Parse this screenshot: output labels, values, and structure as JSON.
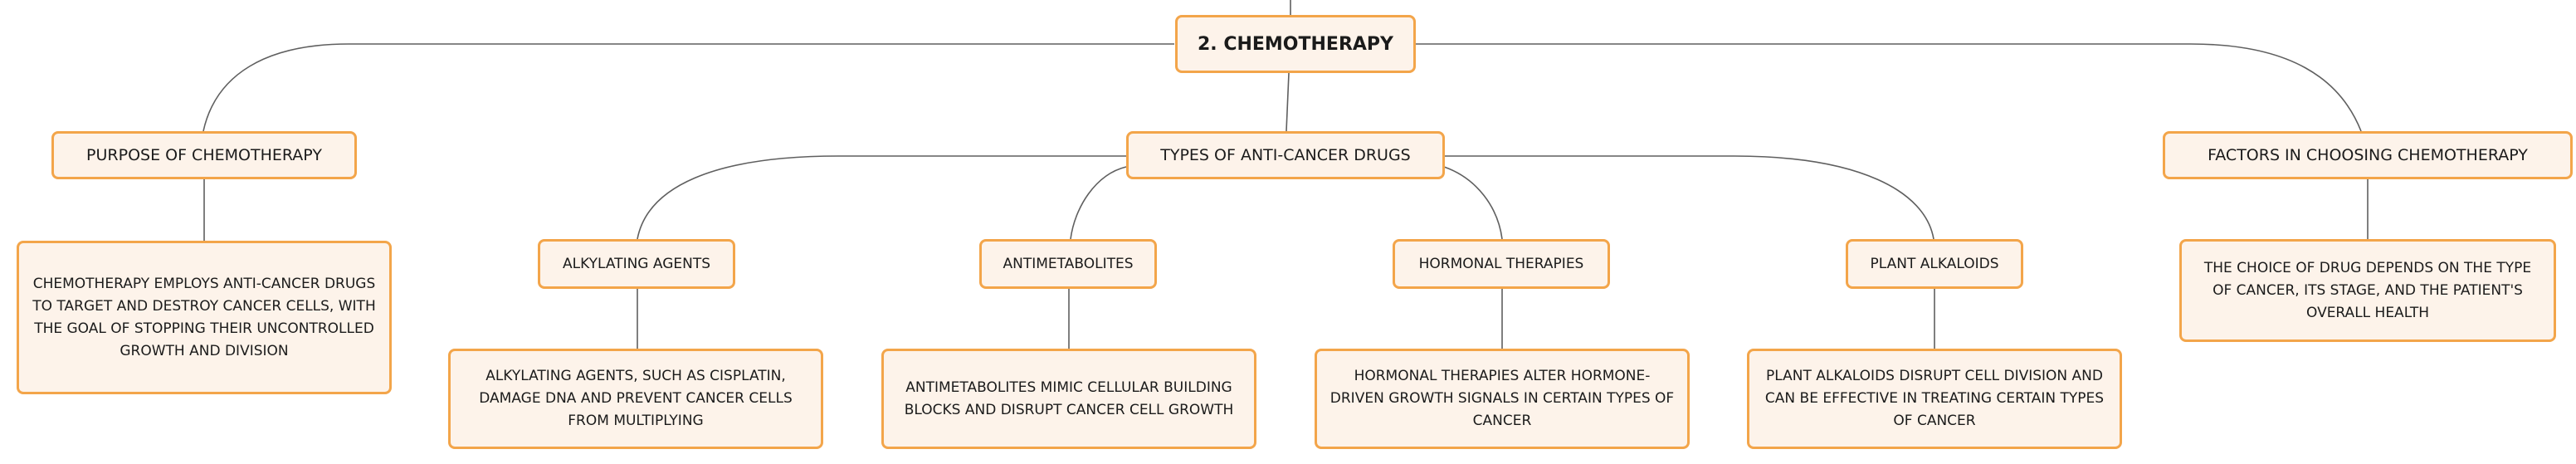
{
  "root": {
    "label": "2. CHEMOTHERAPY"
  },
  "purpose": {
    "label": "PURPOSE OF CHEMOTHERAPY",
    "description": "CHEMOTHERAPY EMPLOYS ANTI-CANCER DRUGS TO TARGET AND DESTROY CANCER CELLS, WITH THE GOAL OF STOPPING THEIR UNCONTROLLED GROWTH AND DIVISION"
  },
  "types": {
    "label": "TYPES OF ANTI-CANCER DRUGS",
    "alkylating": {
      "label": "ALKYLATING AGENTS",
      "description": "ALKYLATING AGENTS, SUCH AS CISPLATIN, DAMAGE DNA AND PREVENT CANCER CELLS FROM MULTIPLYING"
    },
    "antimetabolites": {
      "label": "ANTIMETABOLITES",
      "description": "ANTIMETABOLITES MIMIC CELLULAR BUILDING BLOCKS AND DISRUPT CANCER CELL GROWTH"
    },
    "hormonal": {
      "label": "HORMONAL THERAPIES",
      "description": "HORMONAL THERAPIES ALTER HORMONE-DRIVEN GROWTH SIGNALS IN CERTAIN TYPES OF CANCER"
    },
    "plant": {
      "label": "PLANT ALKALOIDS",
      "description": "PLANT ALKALOIDS DISRUPT CELL DIVISION AND CAN BE EFFECTIVE IN TREATING CERTAIN TYPES OF CANCER"
    }
  },
  "factors": {
    "label": "FACTORS IN CHOOSING CHEMOTHERAPY",
    "description": "THE CHOICE OF DRUG DEPENDS ON THE TYPE OF CANCER, ITS STAGE, AND THE PATIENT'S OVERALL HEALTH"
  },
  "colors": {
    "node_fill": "#fdf3ea",
    "node_border": "#f3a54a",
    "connector": "#5f5f5f",
    "text": "#1b1b1b"
  }
}
